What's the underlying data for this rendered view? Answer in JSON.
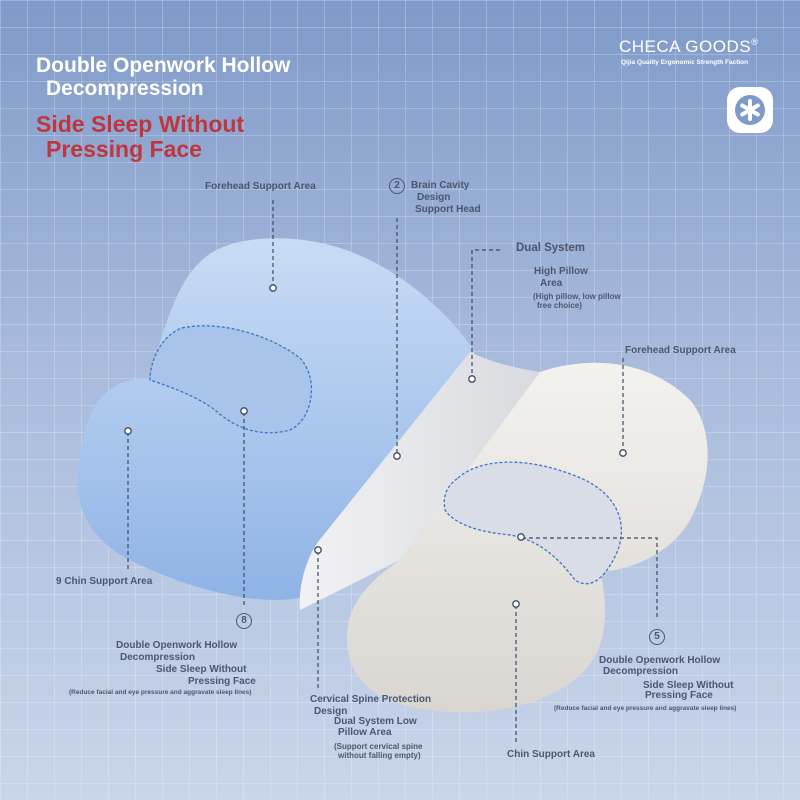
{
  "brand": {
    "name": "CHECA GOODS",
    "registered": "®",
    "tagline": "Qijia Quality Ergonomic Strength Faction",
    "icon": "asterisk-icon"
  },
  "headline": {
    "line1": "Double Openwork Hollow",
    "line2": "Decompression",
    "accent_line1": "Side Sleep Without",
    "accent_line2": "Pressing Face",
    "accent_color": "#c0363d"
  },
  "callouts": {
    "forehead_left": "Forehead Support Area",
    "brain_num": "2",
    "brain_l1": "Brain Cavity",
    "brain_l2": "Design",
    "brain_l3": "Support Head",
    "dual": "Dual System",
    "high_l1": "High Pillow",
    "high_l2": "Area",
    "high_note_l1": "(High pillow, low pillow",
    "high_note_l2": "free choice)",
    "forehead_right": "Forehead Support Area",
    "chin_left": "9 Chin Support Area",
    "left_num": "8",
    "left_l1": "Double Openwork Hollow",
    "left_l2": "Decompression",
    "left_l3": "Side Sleep Without",
    "left_l4": "Pressing Face",
    "left_note": "(Reduce facial and eye pressure and aggravate sleep lines)",
    "cervical_l1": "Cervical Spine Protection",
    "cervical_l2": "Design",
    "low_l1": "Dual System Low",
    "low_l2": "Pillow Area",
    "low_note_l1": "(Support cervical spine",
    "low_note_l2": "without falling empty)",
    "chin_right": "Chin Support Area",
    "right_num": "5",
    "right_l1": "Double Openwork Hollow",
    "right_l2": "Decompression",
    "right_l3": "Side Sleep Without",
    "right_l4": "Pressing Face",
    "right_note": "(Reduce facial and eye pressure and aggravate sleep lines)"
  }
}
